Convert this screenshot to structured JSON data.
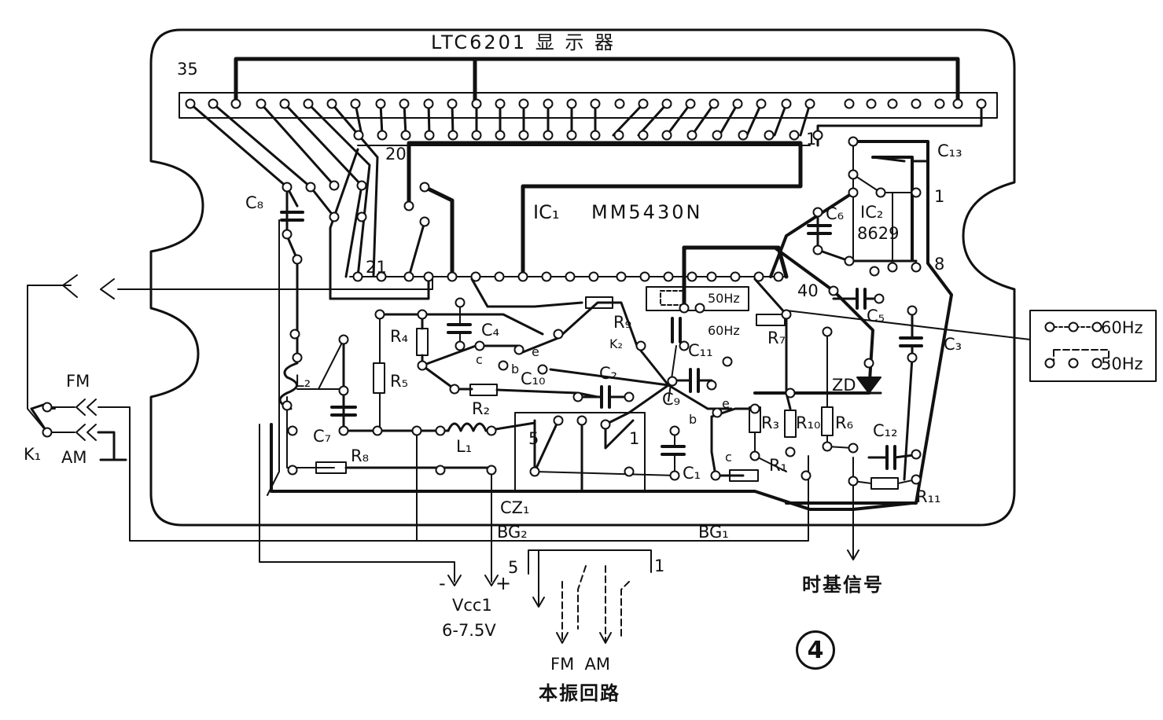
{
  "display_title": "LTC6201 显 示 器",
  "pin_labels": {
    "p35": "35",
    "p1": "1",
    "p20": "20",
    "p21": "21",
    "p40": "40",
    "ic2_p1": "1",
    "ic2_p8": "8"
  },
  "ic1": {
    "ref": "IC₁",
    "part": "MM5430N"
  },
  "ic2": {
    "ref": "IC₂",
    "part": "8629"
  },
  "connector_cz1": {
    "ref": "CZ₁",
    "pin_a": "5",
    "pin_b": "1"
  },
  "bottom_connector": {
    "pin_a": "5",
    "pin_b": "1"
  },
  "transistors": {
    "bg1": "BG₁",
    "bg2": "BG₂"
  },
  "switch": {
    "ref": "K₁",
    "fm": "FM",
    "am": "AM"
  },
  "components": {
    "c1": "C₁",
    "c2": "C₂",
    "c3": "C₃",
    "c4": "C₄",
    "c5": "C₅",
    "c6": "C₆",
    "c7": "C₇",
    "c8": "C₈",
    "c9": "C₉",
    "c10": "C₁₀",
    "c11": "C₁₁",
    "c12": "C₁₂",
    "c13": "C₁₃",
    "r1": "R₁",
    "r2": "R₂",
    "r3": "R₃",
    "r4": "R₄",
    "r5": "R₅",
    "r6": "R₆",
    "r7": "R₇",
    "r8": "R₈",
    "r9": "R₉",
    "r10": "R₁₀",
    "r11": "R₁₁",
    "l1": "L₁",
    "l2": "L₂",
    "k2": "K₂",
    "zd": "ZD"
  },
  "transistor_pins": {
    "b": "b",
    "c": "c",
    "e": "e"
  },
  "freq": {
    "f50": "50Hz",
    "f60": "60Hz"
  },
  "freq_box": {
    "f60": "60Hz",
    "f50": "50Hz"
  },
  "power": {
    "minus": "-",
    "plus": "+",
    "name": "Vcc1",
    "voltage": "6-7.5V"
  },
  "osc_output": {
    "line1": "FM  AM",
    "line2": "本振回路"
  },
  "timebase": "时基信号",
  "figure_number": "4"
}
